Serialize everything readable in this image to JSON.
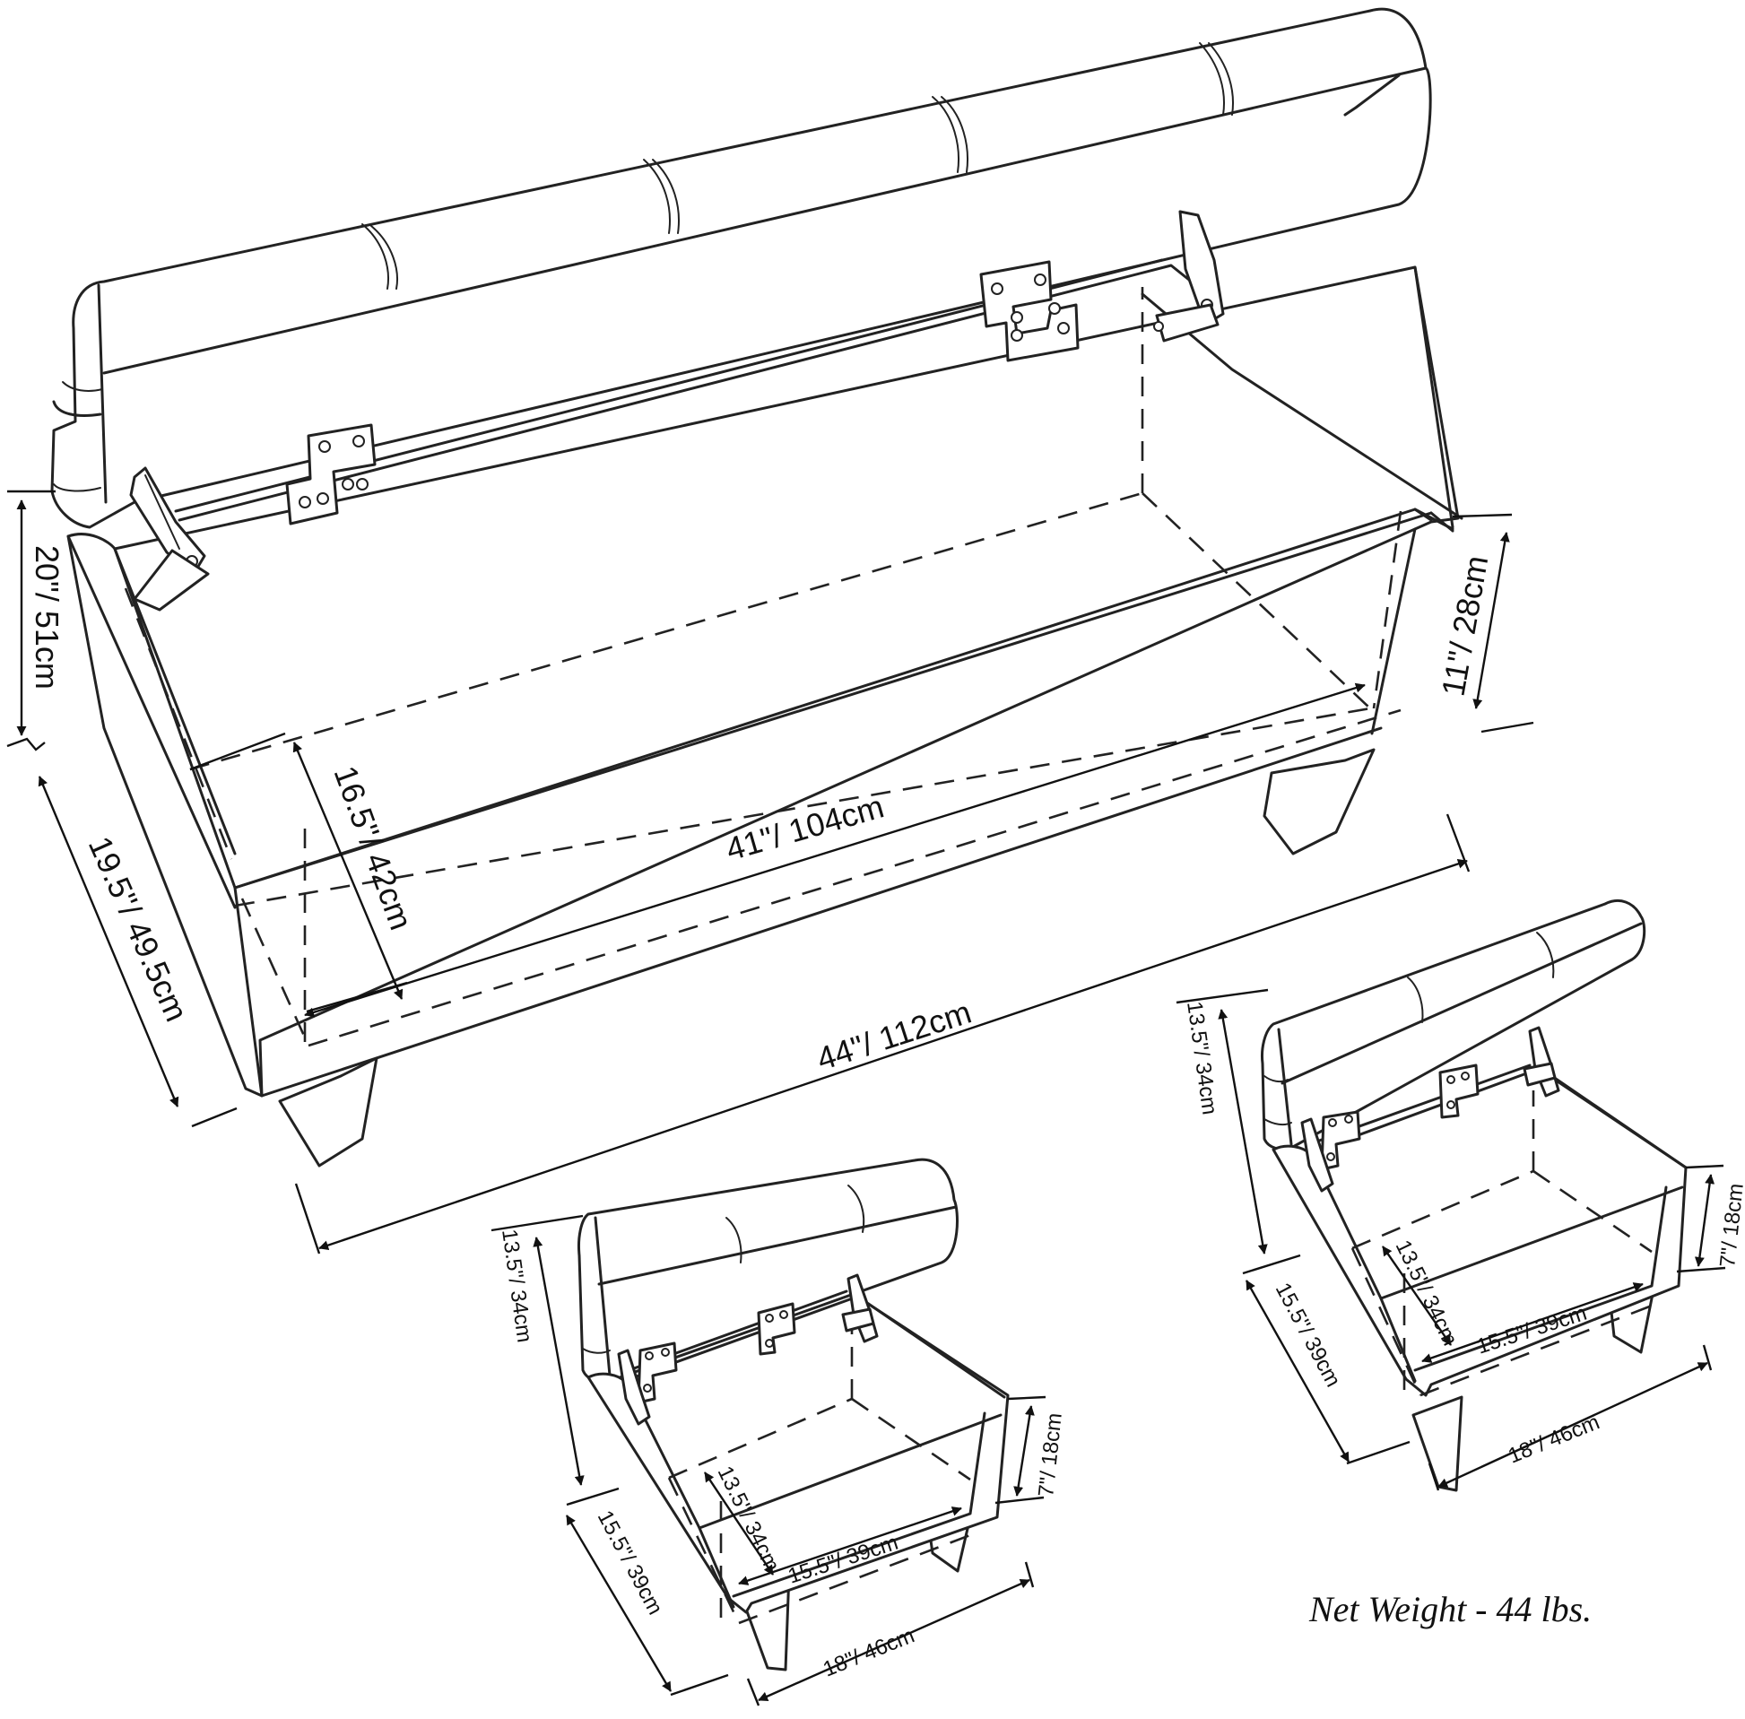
{
  "bench": {
    "height_label": "20\"/ 51cm",
    "depth_label": "19.5\"/ 49.5cm",
    "inner_depth_label": "16.5\"/ 42cm",
    "inner_width_label": "41\"/ 104cm",
    "width_label": "44\"/ 112cm",
    "inner_height_label": "11\"/ 28cm"
  },
  "ottoman_left": {
    "height_label": "13.5\"/ 34cm",
    "depth_label": "15.5\"/ 39cm",
    "inner_depth_label": "13.5\"/ 34cm",
    "inner_width_label": "15.5\"/ 39cm",
    "width_label": "18\"/ 46cm",
    "inner_height_label": "7\"/ 18cm"
  },
  "ottoman_right": {
    "height_label": "13.5\"/ 34cm",
    "depth_label": "15.5\"/ 39cm",
    "inner_depth_label": "13.5\"/ 34cm",
    "inner_width_label": "15.5\"/ 39cm",
    "width_label": "18\"/ 46cm",
    "inner_height_label": "7\"/ 18cm"
  },
  "net_weight": "Net Weight - 44 lbs."
}
